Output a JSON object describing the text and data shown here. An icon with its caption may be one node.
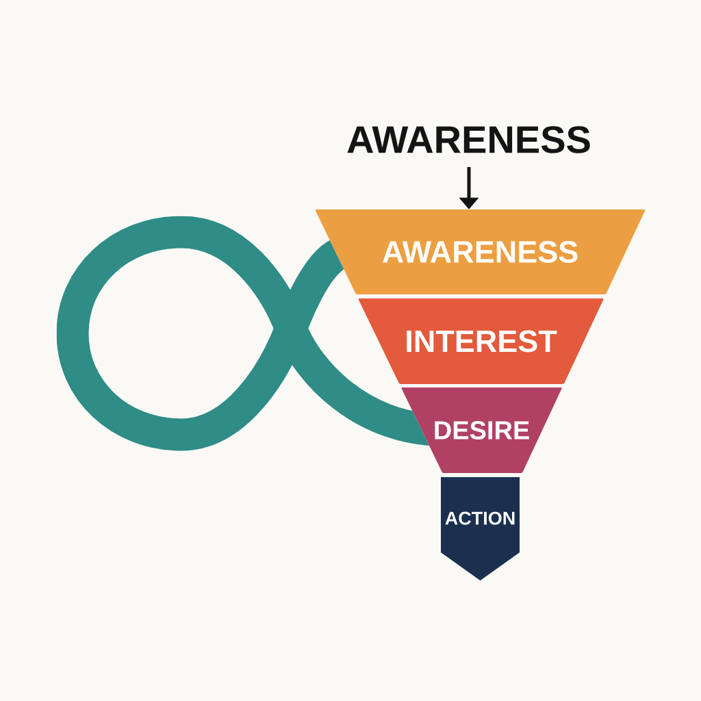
{
  "diagram": {
    "nodes": [
      {
        "text": [
          "AWARENESS"
        ]
      },
      {
        "text": [
          "AWARENESS"
        ]
      },
      {
        "text": [
          "INTEREST"
        ]
      },
      {
        "text": [
          "DESIRE"
        ]
      },
      {
        "text": [
          "ACTION"
        ]
      }
    ],
    "edges": [
      {
        "from": 0,
        "to": 1,
        "arrow": "to"
      },
      {
        "from": 1,
        "to": 3,
        "arrow": "none",
        "style": "thick",
        "color": "#2f8c86"
      }
    ]
  }
}
